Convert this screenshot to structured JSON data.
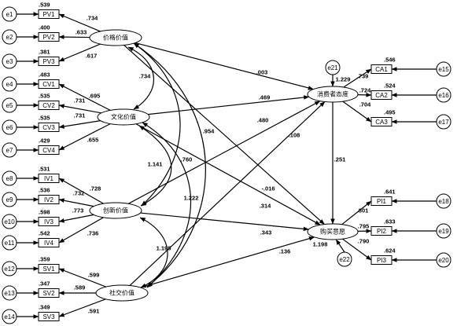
{
  "errors": [
    {
      "id": "e1",
      "label": "e1"
    },
    {
      "id": "e2",
      "label": "e2"
    },
    {
      "id": "e3",
      "label": "e3"
    },
    {
      "id": "e4",
      "label": "e4"
    },
    {
      "id": "e5",
      "label": "e5"
    },
    {
      "id": "e6",
      "label": "e6"
    },
    {
      "id": "e7",
      "label": "e7"
    },
    {
      "id": "e8",
      "label": "e8"
    },
    {
      "id": "e9",
      "label": "e9"
    },
    {
      "id": "e10",
      "label": "e10"
    },
    {
      "id": "e11",
      "label": "e11"
    },
    {
      "id": "e12",
      "label": "e12"
    },
    {
      "id": "e13",
      "label": "e13"
    },
    {
      "id": "e14",
      "label": "e14"
    },
    {
      "id": "e15",
      "label": "e15"
    },
    {
      "id": "e16",
      "label": "e16"
    },
    {
      "id": "e17",
      "label": "e17"
    },
    {
      "id": "e18",
      "label": "e18"
    },
    {
      "id": "e19",
      "label": "e19"
    },
    {
      "id": "e20",
      "label": "e20"
    },
    {
      "id": "e21",
      "label": "e21"
    },
    {
      "id": "e22",
      "label": "e22"
    }
  ],
  "indicators": [
    {
      "id": "PV1",
      "label": "PV1",
      "r2": ".539"
    },
    {
      "id": "PV2",
      "label": "PV2",
      "r2": ".400"
    },
    {
      "id": "PV3",
      "label": "PV3",
      "r2": ".381"
    },
    {
      "id": "CV1",
      "label": "CV1",
      "r2": ".483"
    },
    {
      "id": "CV2",
      "label": "CV2",
      "r2": ".535"
    },
    {
      "id": "CV3",
      "label": "CV3",
      "r2": ".535"
    },
    {
      "id": "CV4",
      "label": "CV4",
      "r2": ".429"
    },
    {
      "id": "IV1",
      "label": "IV1",
      "r2": ".531"
    },
    {
      "id": "IV2",
      "label": "IV2",
      "r2": ".536"
    },
    {
      "id": "IV3",
      "label": "IV3",
      "r2": ".598"
    },
    {
      "id": "IV4",
      "label": "IV4",
      "r2": ".542"
    },
    {
      "id": "SV1",
      "label": "SV1",
      "r2": ".359"
    },
    {
      "id": "SV2",
      "label": "SV2",
      "r2": ".347"
    },
    {
      "id": "SV3",
      "label": "SV3",
      "r2": ".349"
    },
    {
      "id": "CA1",
      "label": "CA1",
      "r2": ".546"
    },
    {
      "id": "CA2",
      "label": "CA2",
      "r2": ".524"
    },
    {
      "id": "CA3",
      "label": "CA3",
      "r2": ".495"
    },
    {
      "id": "PI1",
      "label": "PI1",
      "r2": ".641"
    },
    {
      "id": "PI2",
      "label": "PI2",
      "r2": ".633"
    },
    {
      "id": "PI3",
      "label": "PI3",
      "r2": ".624"
    }
  ],
  "latents": [
    {
      "id": "price",
      "label": "价格价值"
    },
    {
      "id": "culture",
      "label": "文化价值"
    },
    {
      "id": "innov",
      "label": "创新价值"
    },
    {
      "id": "social",
      "label": "社交价值"
    },
    {
      "id": "attitude",
      "label": "消费者态度",
      "r2": "1.229"
    },
    {
      "id": "intent",
      "label": "购买意愿",
      "r2": "1.198"
    }
  ],
  "loadings": [
    {
      "from": "price",
      "to": "PV1",
      "value": ".734"
    },
    {
      "from": "price",
      "to": "PV2",
      "value": ".633"
    },
    {
      "from": "price",
      "to": "PV3",
      "value": ".617"
    },
    {
      "from": "culture",
      "to": "CV1",
      "value": ".695"
    },
    {
      "from": "culture",
      "to": "CV2",
      "value": ".731"
    },
    {
      "from": "culture",
      "to": "CV3",
      "value": ".731"
    },
    {
      "from": "culture",
      "to": "CV4",
      "value": ".655"
    },
    {
      "from": "innov",
      "to": "IV1",
      "value": ".728"
    },
    {
      "from": "innov",
      "to": "IV2",
      "value": ".732"
    },
    {
      "from": "innov",
      "to": "IV3",
      "value": ".773"
    },
    {
      "from": "innov",
      "to": "IV4",
      "value": ".736"
    },
    {
      "from": "social",
      "to": "SV1",
      "value": ".599"
    },
    {
      "from": "social",
      "to": "SV2",
      "value": ".589"
    },
    {
      "from": "social",
      "to": "SV3",
      "value": ".591"
    },
    {
      "from": "attitude",
      "to": "CA1",
      "value": ".739"
    },
    {
      "from": "attitude",
      "to": "CA2",
      "value": ".724"
    },
    {
      "from": "attitude",
      "to": "CA3",
      "value": ".704"
    },
    {
      "from": "intent",
      "to": "PI1",
      "value": ".801"
    },
    {
      "from": "intent",
      "to": "PI2",
      "value": ".795"
    },
    {
      "from": "intent",
      "to": "PI3",
      "value": ".790"
    }
  ],
  "paths": [
    {
      "from": "price",
      "to": "attitude",
      "value": ".003"
    },
    {
      "from": "price",
      "to": "intent",
      "value": "-.016"
    },
    {
      "from": "culture",
      "to": "attitude",
      "value": ".469"
    },
    {
      "from": "culture",
      "to": "intent",
      "value": ".314"
    },
    {
      "from": "innov",
      "to": "attitude",
      "value": ".480"
    },
    {
      "from": "innov",
      "to": "intent",
      "value": ".343"
    },
    {
      "from": "social",
      "to": "attitude",
      "value": ".108"
    },
    {
      "from": "social",
      "to": "intent",
      "value": ".136"
    },
    {
      "from": "attitude",
      "to": "intent",
      "value": ".251"
    }
  ],
  "covariances": [
    {
      "a": "price",
      "b": "culture",
      "value": ".734"
    },
    {
      "a": "price",
      "b": "innov",
      "value": ".760"
    },
    {
      "a": "price",
      "b": "social",
      "value": ".954"
    },
    {
      "a": "culture",
      "b": "innov",
      "value": "1.141"
    },
    {
      "a": "culture",
      "b": "social",
      "value": "1.222"
    },
    {
      "a": "innov",
      "b": "social",
      "value": "1.195"
    }
  ]
}
